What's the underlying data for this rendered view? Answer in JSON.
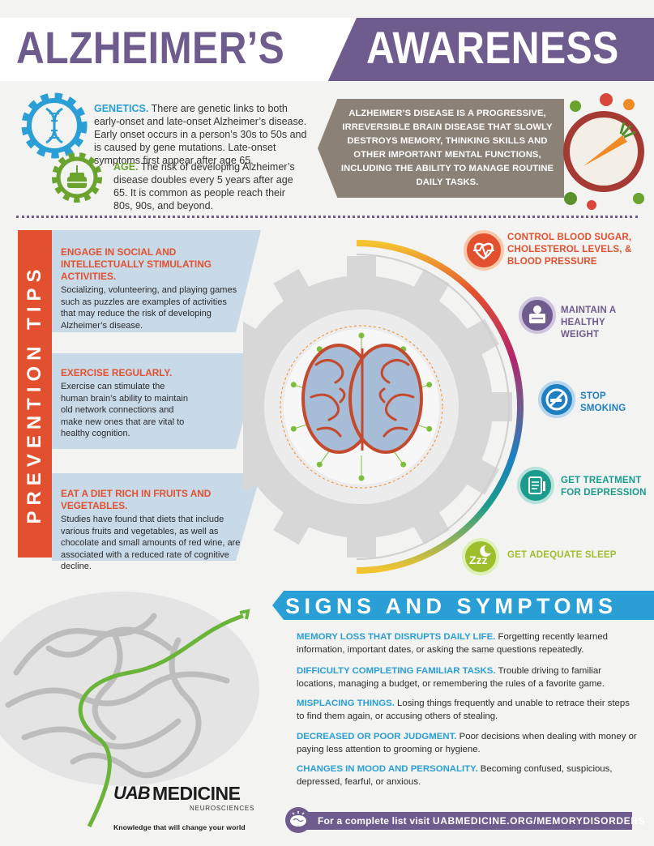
{
  "header": {
    "title_left": "ALZHEIMER’S",
    "title_right": "AWARENESS"
  },
  "intro": {
    "genetics": {
      "label": "GENETICS.",
      "text": "There are genetic links to both early-onset and late-onset Alzheimer’s disease. Early onset occurs in a person’s 30s to 50s and is caused by gene mutations. Late-onset symptoms first appear after age 65."
    },
    "age": {
      "label": "AGE.",
      "text": "The risk of developing Alzheimer’s disease doubles every 5 years after age 65. It is common as people reach their 80s, 90s, and beyond."
    },
    "definition": "ALZHEIMER’S DISEASE IS A PROGRESSIVE, IRREVERSIBLE BRAIN DISEASE THAT SLOWLY DESTROYS MEMORY, THINKING SKILLS AND OTHER IMPORTANT MENTAL FUNCTIONS, INCLUDING THE ABILITY TO MANAGE ROUTINE DAILY TASKS."
  },
  "prevention": {
    "title": "PREVENTION TIPS",
    "tips": [
      {
        "heading": "ENGAGE IN SOCIAL AND INTELLECTUALLY STIMULATING ACTIVITIES.",
        "text": "Socializing, volunteering, and playing games such as puzzles are examples of activities that may reduce the risk of developing Alzheimer’s disease."
      },
      {
        "heading": "EXERCISE REGULARLY.",
        "text": "Exercise can stimulate the human brain’s ability to maintain old network connections and make new ones that are vital to healthy cognition."
      },
      {
        "heading": "EAT A DIET RICH IN FRUITS AND VEGETABLES.",
        "text": "Studies have found that diets that include various fruits and vegetables, as well as chocolate and small amounts of red wine, are associated with a reduced rate of cognitive decline."
      }
    ],
    "arc_items": [
      {
        "label": "CONTROL BLOOD SUGAR, CHOLESTEROL LEVELS, & BLOOD PRESSURE",
        "color": "#e2502f",
        "icon": "heartbeat-icon"
      },
      {
        "label": "MAINTAIN A HEALTHY WEIGHT",
        "color": "#6f5c8f",
        "icon": "scale-icon"
      },
      {
        "label": "STOP SMOKING",
        "color": "#1e7fc1",
        "icon": "no-smoking-icon"
      },
      {
        "label": "GET TREATMENT FOR DEPRESSION",
        "color": "#1a9b8c",
        "icon": "clipboard-icon"
      },
      {
        "label": "GET ADEQUATE SLEEP",
        "color": "#9dbf2b",
        "icon": "sleep-icon"
      }
    ]
  },
  "signs": {
    "title": "SIGNS AND SYMPTOMS",
    "items": [
      {
        "heading": "MEMORY LOSS THAT DISRUPTS DAILY LIFE.",
        "text": "Forgetting recently learned information, important dates, or asking the same questions repeatedly."
      },
      {
        "heading": "DIFFICULTY COMPLETING FAMILIAR TASKS.",
        "text": "Trouble driving to familiar locations, managing a budget, or remembering the rules of a favorite game."
      },
      {
        "heading": "MISPLACING THINGS.",
        "text": "Losing things frequently and unable to retrace their steps to find them again, or accusing others of stealing."
      },
      {
        "heading": "DECREASED OR POOR JUDGMENT.",
        "text": "Poor decisions when dealing with money or paying less attention to grooming or hygiene."
      },
      {
        "heading": "CHANGES IN MOOD AND PERSONALITY.",
        "text": "Becoming confused, suspicious, depressed, fearful, or anxious."
      }
    ]
  },
  "footer": {
    "prefix": "For a complete list visit",
    "url": "UABMEDICINE.ORG/MEMORYDISORDERS"
  },
  "logo": {
    "mark": "UAB",
    "name": "MEDICINE",
    "sub": "NEUROSCIENCES",
    "tagline": "Knowledge that will change your world"
  },
  "colors": {
    "purple": "#6f5c8f",
    "orange": "#e2502f",
    "blue": "#2a9fd6",
    "green": "#6aa32e",
    "taupe": "#8c8177",
    "light_blue_box": "#c8d9e8"
  }
}
